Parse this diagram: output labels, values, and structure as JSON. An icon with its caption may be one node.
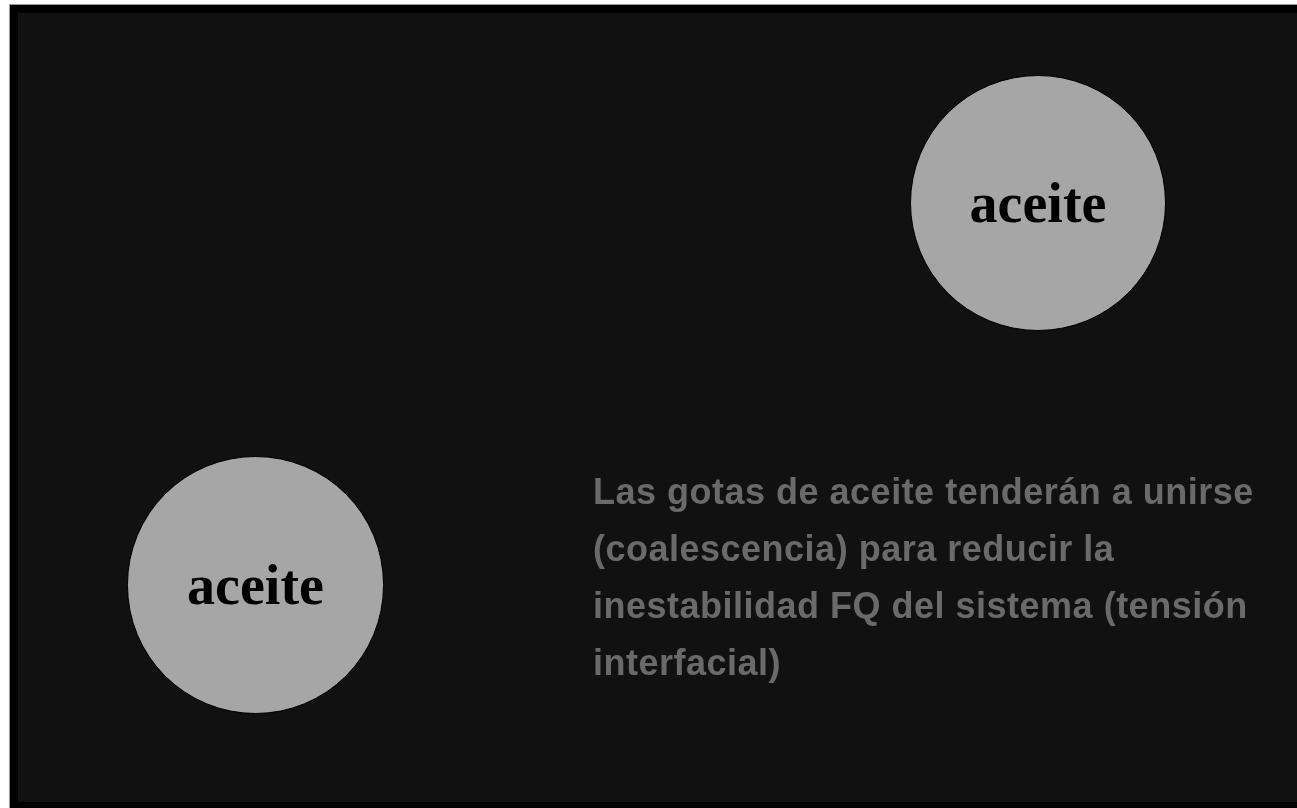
{
  "diagram": {
    "nodes": [
      {
        "text": [
          "aceite"
        ]
      },
      {
        "text": [
          "aceite"
        ]
      }
    ],
    "labels": [
      "Las gotas de aceite tenderán a unirse (coalescencia) para reducir la inestabilidad FQ del sistema (tensión interfacial)"
    ]
  }
}
